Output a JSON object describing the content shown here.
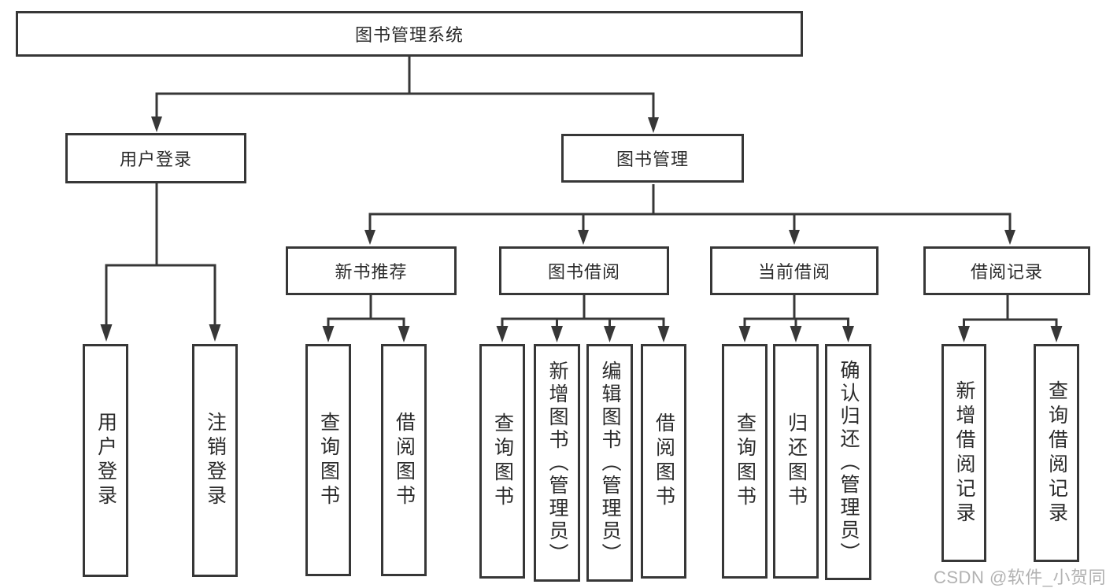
{
  "root": {
    "label": "图书管理系统"
  },
  "branches": {
    "user": {
      "label": "用户登录",
      "children": [
        "用户登录",
        "注销登录"
      ]
    },
    "book": {
      "label": "图书管理",
      "sections": [
        {
          "label": "新书推荐",
          "children": [
            "查询图书",
            "借阅图书"
          ]
        },
        {
          "label": "图书借阅",
          "children": [
            "查询图书",
            "新增图书（管理员）",
            "编辑图书（管理员）",
            "借阅图书"
          ]
        },
        {
          "label": "当前借阅",
          "children": [
            "查询图书",
            "归还图书",
            "确认归还（管理员）"
          ]
        },
        {
          "label": "借阅记录",
          "children": [
            "新增借阅记录",
            "查询借阅记录"
          ]
        }
      ]
    }
  },
  "watermark": {
    "text": "CSDN @软件_小贺同学"
  },
  "colors": {
    "line": "#373737",
    "text": "#2b2b2b",
    "watermark": "#b2b2b2",
    "background": "#ffffff"
  }
}
